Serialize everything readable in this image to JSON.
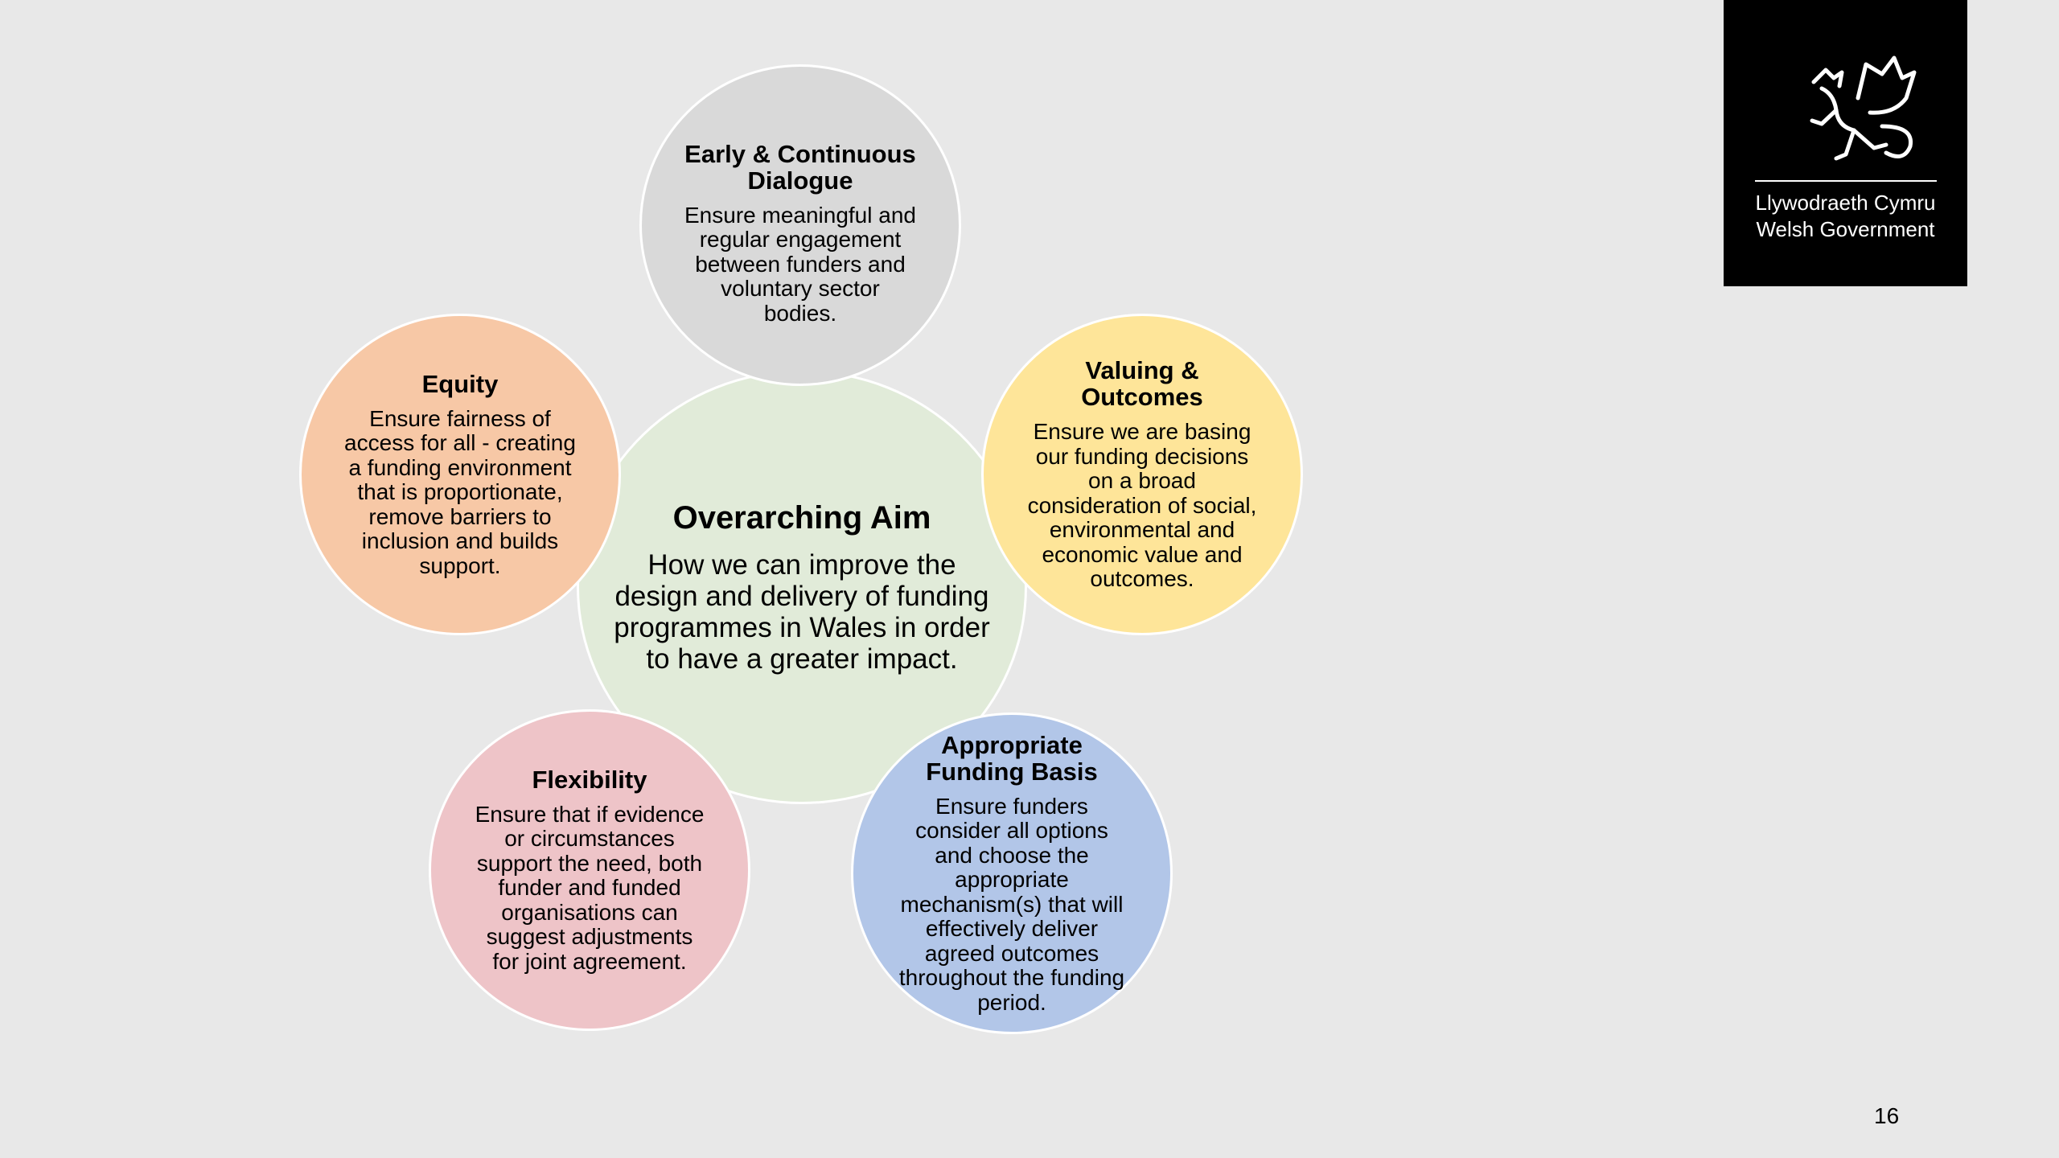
{
  "center": {
    "title": "Overarching Aim",
    "body": "How we can improve the design and delivery of funding programmes in Wales in order to have a greater impact."
  },
  "principles": {
    "dialogue": {
      "title": "Early & Continuous Dialogue",
      "body": "Ensure meaningful and regular engagement between funders and voluntary sector bodies.",
      "color": "#d9d9d9"
    },
    "equity": {
      "title": "Equity",
      "body": "Ensure fairness of access for all - creating a funding environment that is proportionate, remove barriers to inclusion and builds support.",
      "color": "#f7c8a6"
    },
    "valuing": {
      "title": "Valuing & Outcomes",
      "body": "Ensure we are basing our funding decisions on a broad consideration of social, environmental and economic value and outcomes.",
      "color": "#fee599"
    },
    "flexibility": {
      "title": "Flexibility",
      "body": "Ensure that if evidence or circumstances support the need, both funder and funded organisations can suggest adjustments for joint agreement.",
      "color": "#eec4c8"
    },
    "funding": {
      "title": "Appropriate Funding Basis",
      "body": "Ensure funders consider all options and choose the appropriate mechanism(s) that will effectively deliver agreed outcomes throughout the funding period.",
      "color": "#b2c6e8"
    }
  },
  "logo": {
    "line1": "Llywodraeth Cymru",
    "line2": "Welsh Government",
    "icon": "welsh-dragon-icon"
  },
  "page_number": "16"
}
